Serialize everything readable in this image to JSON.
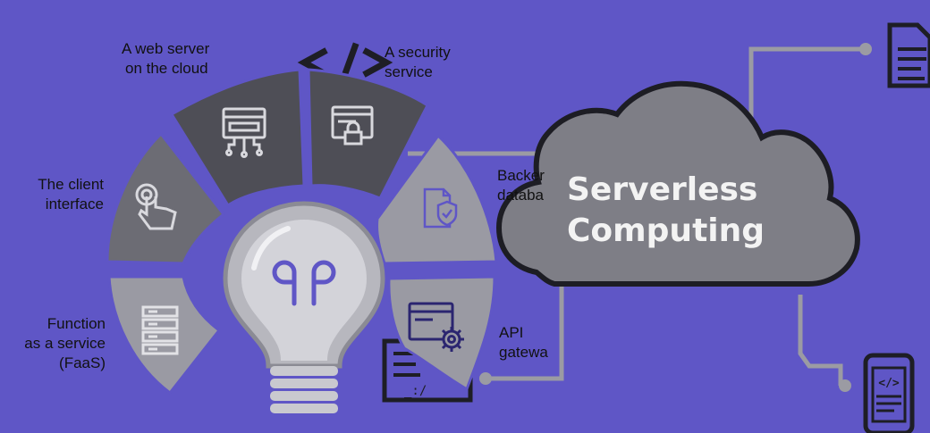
{
  "cloud": {
    "title_line1": "Serverless",
    "title_line2": "Computing"
  },
  "labels": {
    "web_server": [
      "A web server",
      "on the cloud"
    ],
    "security": [
      "A security",
      "service"
    ],
    "client": [
      "The client",
      "interface"
    ],
    "faas": [
      "Function",
      "as a service",
      "(FaaS)"
    ],
    "backend": [
      "Backer",
      "databa"
    ],
    "api": [
      "API",
      "gatewa"
    ]
  },
  "colors": {
    "background": "#5f56c6",
    "dark_segment": "#4e4e56",
    "mid_segment": "#6c6c74",
    "light_segment": "#9a9aa3",
    "cloud": "#7e7e86",
    "outline": "#1d1d24",
    "connector": "#9b9ba3",
    "bulb": "#c9c9cf"
  },
  "icons": {
    "code_symbol": "code-brackets-icon",
    "web_server": "server-network-icon",
    "security": "browser-lock-icon",
    "client": "touch-hand-icon",
    "faas": "server-rack-icon",
    "backend": "document-shield-icon",
    "api": "browser-gear-icon",
    "top_right": "document-icon",
    "bottom_right": "mobile-code-icon",
    "bottom_doc": "code-document-icon",
    "bulb": "lightbulb-icon"
  }
}
